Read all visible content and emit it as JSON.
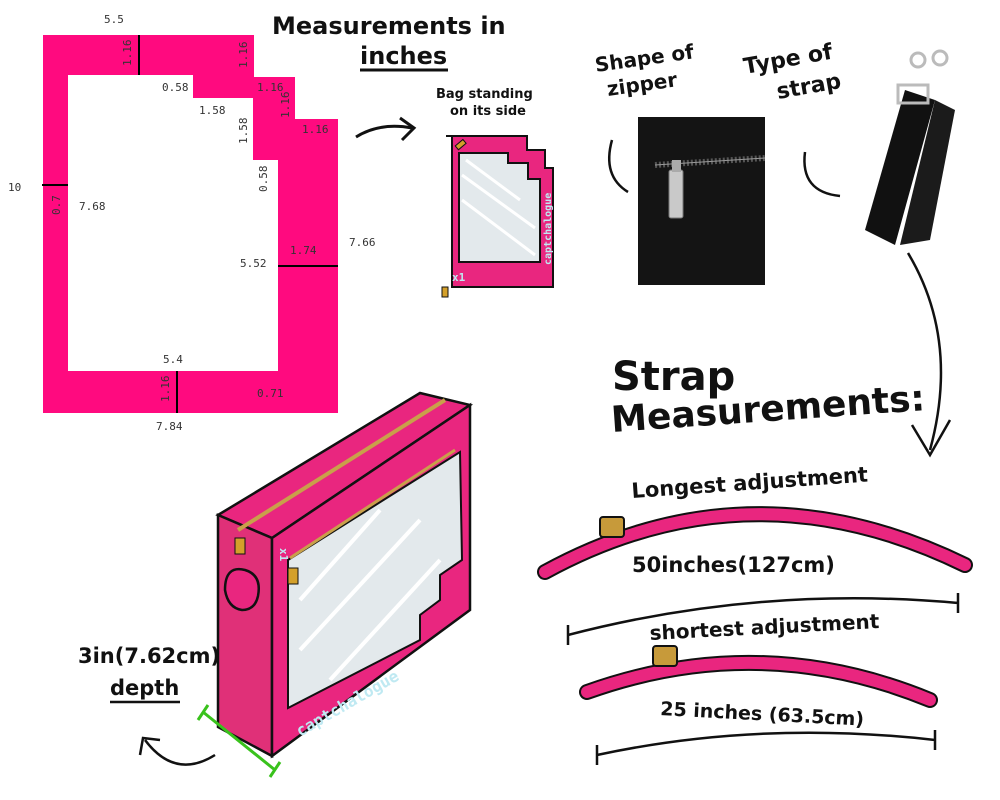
{
  "pattern": {
    "labels": [
      "5.5",
      "1.16",
      "1.16",
      "0.58",
      "1.16",
      "1.16",
      "1.58",
      "1.58",
      "1.16",
      "0.58",
      "10",
      "0.7",
      "7.68",
      "1.74",
      "5.52",
      "7.66",
      "5.4",
      "1.16",
      "0.71",
      "7.84"
    ]
  },
  "title": {
    "line1": "Measurements in",
    "line2": "inches"
  },
  "side_bag": {
    "caption1": "Bag standing",
    "caption2": "on its side",
    "brand": "captchalogue",
    "count": "x1"
  },
  "zipper": {
    "caption1": "Shape of",
    "caption2": "zipper"
  },
  "strap": {
    "caption1": "Type of",
    "caption2": "strap"
  },
  "strap_measurements": {
    "title1": "Strap",
    "title2": "Measurements:",
    "longest_label": "Longest adjustment",
    "longest_value": "50inches(127cm)",
    "shortest_label": "shortest adjustment",
    "shortest_value": "25 inches (63.5cm)"
  },
  "bag3d": {
    "brand": "captchalogue",
    "count": "x1",
    "depth1": "3in(7.62cm)",
    "depth2": "depth"
  },
  "colors": {
    "pink": "#ff0a7f",
    "bag_pink": "#e9267f",
    "glass": "#e3e9ec",
    "brand_text": "#bfe9f2"
  }
}
